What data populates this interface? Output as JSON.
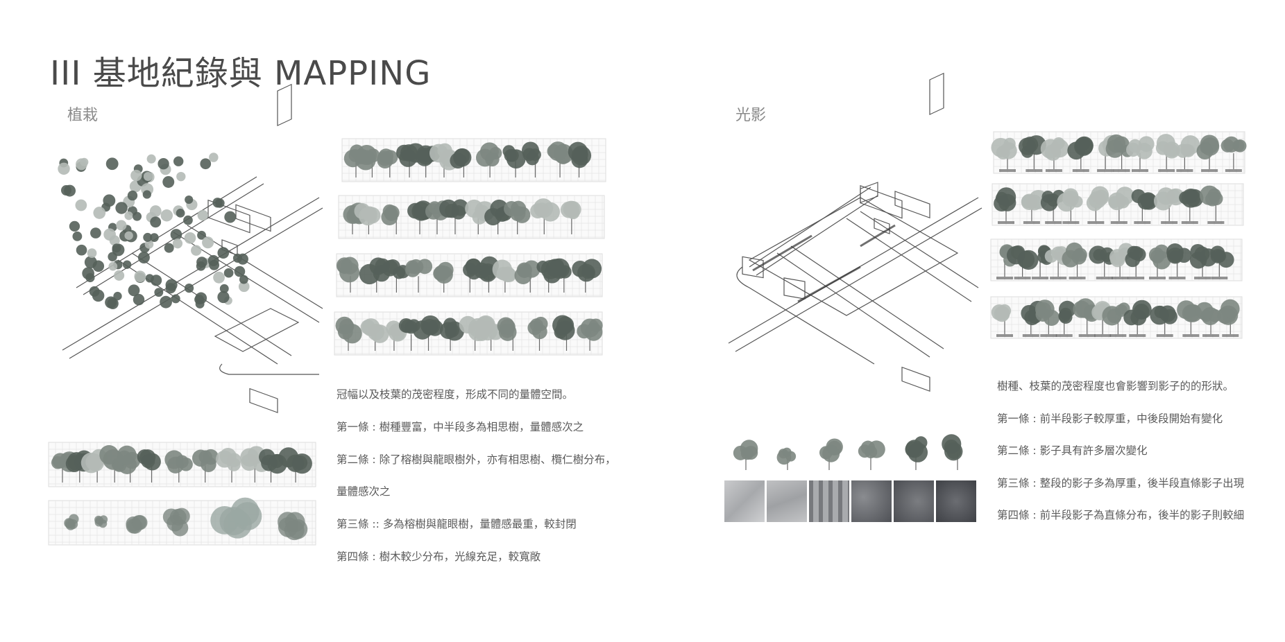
{
  "page_title": "III 基地紀錄與 MAPPING",
  "left": {
    "subtitle": "植栽",
    "paragraphs": [
      "冠幅以及枝葉的茂密程度，形成不同的量體空間。",
      "第一條 : 樹種豐富，中半段多為相思樹，量體感次之",
      "第二條 : 除了榕樹與龍眼樹外，亦有相思樹、欖仁樹分布，",
      "量體感次之",
      "第三條 :: 多為榕樹與龍眼樹，量體感最重，較封閉",
      "第四條 : 樹木較少分布，光線充足，較寬敞"
    ]
  },
  "right": {
    "subtitle": "光影",
    "paragraphs": [
      "樹種、枝葉的茂密程度也會影響到影子的的形狀。",
      "第一條 : 前半段影子較厚重，中後段開始有變化",
      "第二條 : 影子具有許多層次變化",
      "第三條 : 整段的影子多為厚重，後半段直條影子出現",
      "第四條 : 前半段影子為直條分布，後半的影子則較細"
    ]
  },
  "colors": {
    "tree_dark": "#55605a",
    "tree_mid": "#7d8781",
    "tree_light": "#b4bab6",
    "shadow_dark": "#4b4d52",
    "shadow_light": "#b7b8ba"
  }
}
